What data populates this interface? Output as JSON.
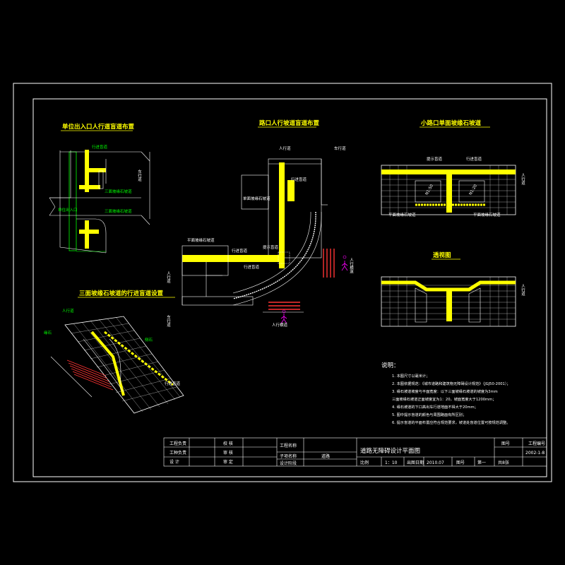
{
  "titles": {
    "side_entrance": "单位出入口人行道盲道布置",
    "intersection": "路口人行坡道盲道布置",
    "single_slope": "小路口单面坡缘石坡道",
    "three_slope": "三面坡缘石坡道的行进盲道设置",
    "perspective": "透视图"
  },
  "labels": {
    "xingjin_mangdao": "行进盲道",
    "che_xing_dao": "车行道",
    "sanmian_kerb": "三面坡缘石坡道",
    "danwei_entrance": "单位出入口",
    "renxingdao": "人行道",
    "cheliangdao": "车行道",
    "tishi_mangdao": "提示盲道",
    "danmian_kerb": "单面坡缘石坡道",
    "pingmian_kerb": "平面坡缘石坡道",
    "renxing_hengdao": "人行横道",
    "renxing_side": "人行道",
    "slope_a": "N1:50",
    "slope_b": "N1:20",
    "ren_xing_dao_v": "人行道",
    "yuanshi": "缘石",
    "ceshi": "侧石",
    "xingjin_mangdao2": "行进盲道",
    "renxing_hengdao2": "人行横道"
  },
  "notes": {
    "heading": "说明：",
    "items": [
      "1. 本图尺寸以毫米计；",
      "2. 本图依据规范：《城市道路和建筑物无障碍设计规范》（JGJ50-2001）；",
      "3. 缘石坡道坡度与平面宽度：以下三面坡缘石坡道的坡度为3mm",
      "   三面坡缘石坡道正面坡度宜为1：20，坡面宽度大于1200mm；",
      "4. 缘石坡道的下口高出车行道地面不得大于20mm；",
      "5. 图中提示盲道的颜色与周围路面有所区别；",
      "6. 提示盲道的平面布置应符合规范要求，坡道处盲道位置可按规范调整。"
    ]
  },
  "title_block": {
    "left_rows": [
      [
        "工程负责",
        "",
        "校 核",
        ""
      ],
      [
        "工种负责",
        "",
        "审 核",
        ""
      ],
      [
        "设 计",
        "",
        "审 定",
        ""
      ]
    ],
    "project_name_label": "工程名称",
    "sub_project_label": "子项名称",
    "sub_project_value": "道路",
    "design_stage_label": "设计阶段",
    "drawing_title": "道路无障碍设计平面图",
    "drawing_no_label": "图号",
    "drawing_no_value": "2002-1-8",
    "project_no_label": "工程编号",
    "scale_label": "比例",
    "scale_value": "1：10",
    "date_label": "出图日期",
    "date_value": "2010.07",
    "sheet_label": "图号",
    "sheet_value": "第一",
    "total_label": "共8张"
  },
  "colors": {
    "background": "#000000",
    "frame": "#ffffff",
    "yellow": "#ffff00",
    "green": "#00ff00",
    "red": "#ff3333",
    "magenta": "#ff00ff",
    "cyan": "#00ffff",
    "grid": "#ffffff"
  }
}
